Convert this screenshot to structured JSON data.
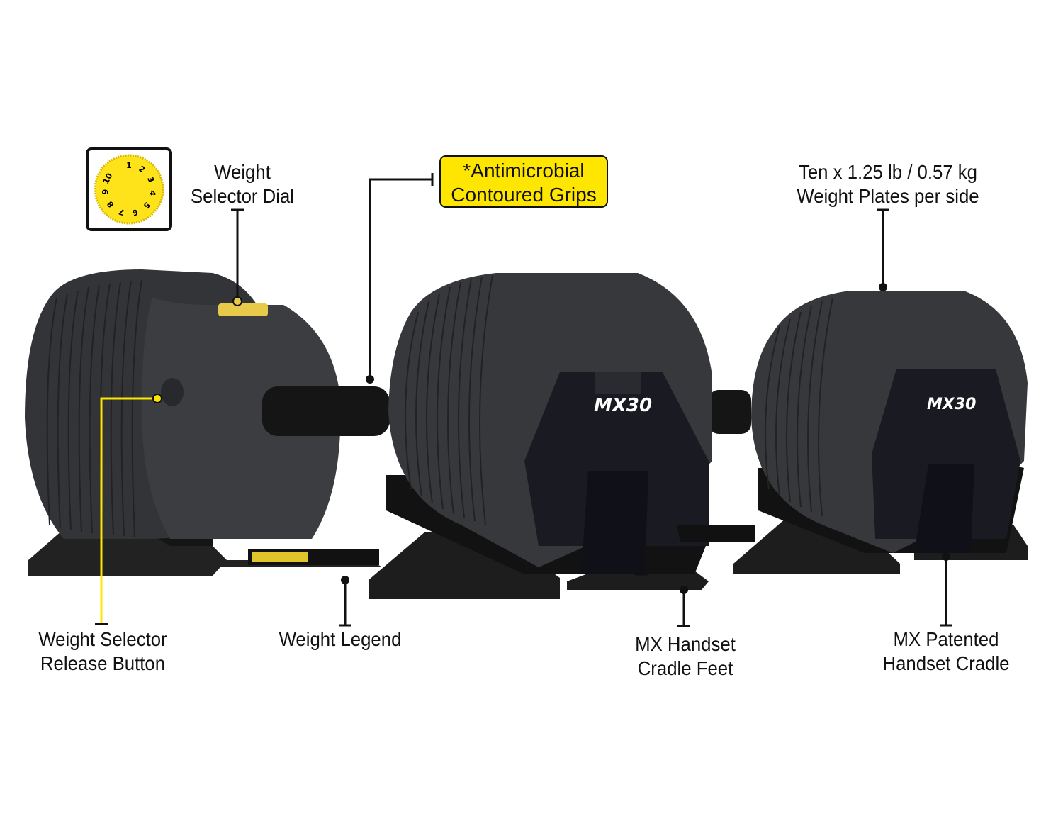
{
  "labels": {
    "selector_dial": [
      "Weight",
      "Selector Dial"
    ],
    "grips": [
      "*Antimicrobial",
      "Contoured Grips"
    ],
    "plates": [
      "Ten x 1.25 lb / 0.57 kg",
      "Weight Plates per side"
    ],
    "release_button": [
      "Weight Selector",
      "Release Button"
    ],
    "legend": [
      "Weight Legend"
    ],
    "cradle_feet": [
      "MX Handset",
      "Cradle Feet"
    ],
    "cradle": [
      "MX Patented",
      "Handset Cradle"
    ]
  },
  "dial_numbers": [
    "1",
    "2",
    "3",
    "4",
    "5",
    "6",
    "7",
    "8",
    "9",
    "10"
  ],
  "brand": "MX30",
  "colors": {
    "accent_yellow": "#ffe600",
    "body": "#3a3b3f",
    "base": "#1c1c1d"
  }
}
